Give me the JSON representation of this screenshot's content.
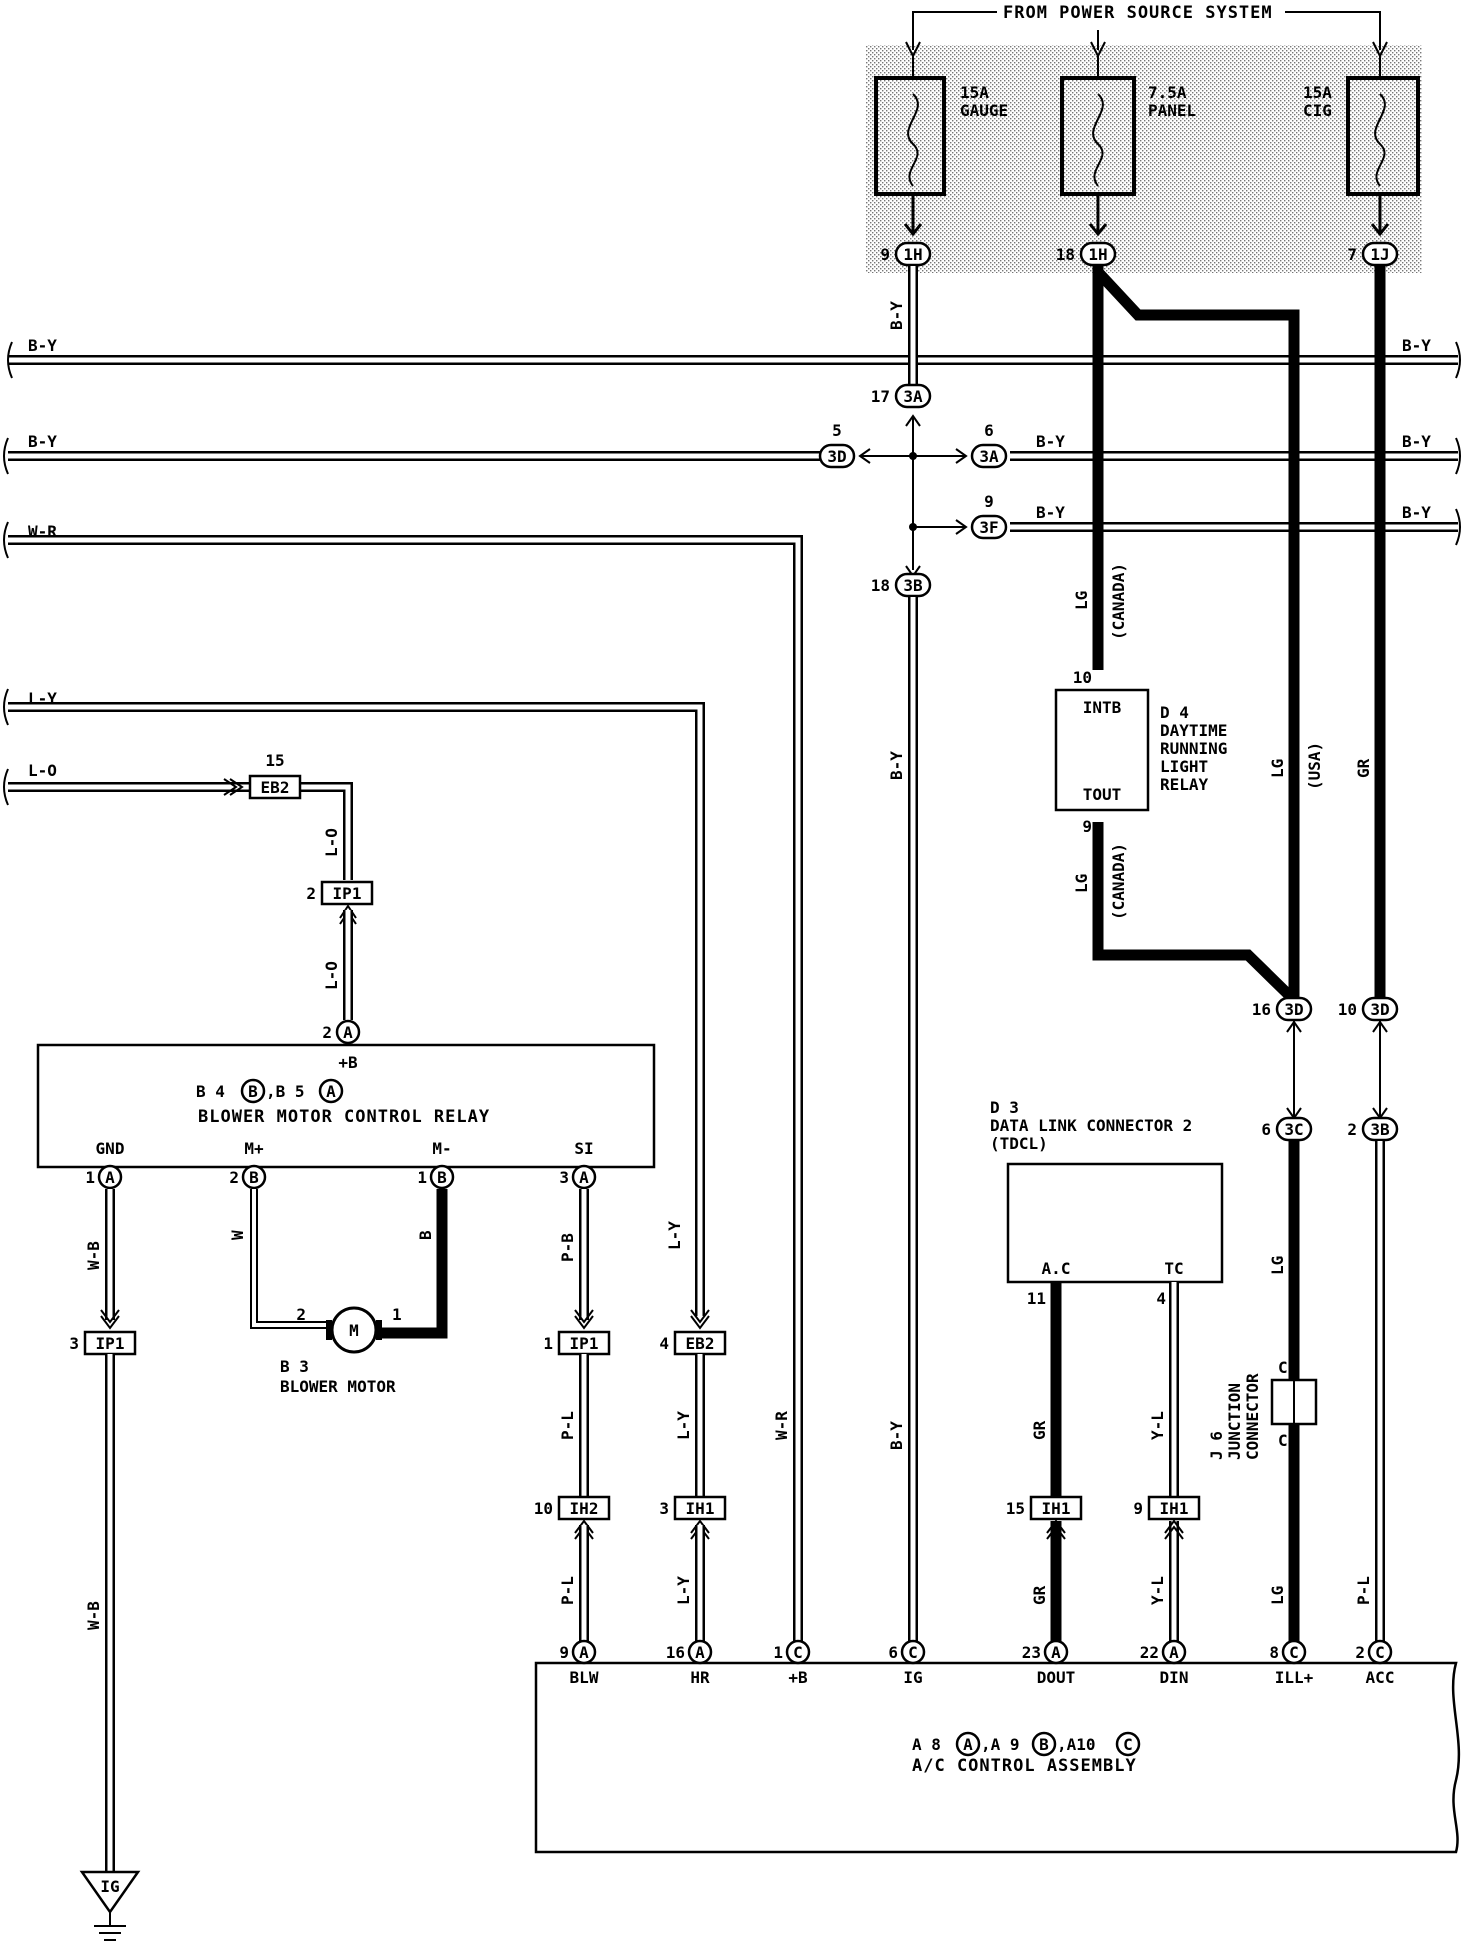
{
  "power_source": {
    "label": "FROM POWER SOURCE SYSTEM"
  },
  "fuses": [
    {
      "id": "gauge",
      "amp": "15A",
      "name": "GAUGE"
    },
    {
      "id": "panel",
      "amp": "7.5A",
      "name": "PANEL"
    },
    {
      "id": "cig",
      "amp": "15A",
      "name": "CIG"
    }
  ],
  "fuse_connectors": [
    {
      "id": "gauge",
      "pin": "9",
      "code": "1H"
    },
    {
      "id": "panel",
      "pin": "18",
      "code": "1H"
    },
    {
      "id": "cig",
      "pin": "7",
      "code": "1J"
    }
  ],
  "wire_colors": {
    "b_y": "B-Y",
    "w_r": "W-R",
    "l_y": "L-Y",
    "l_o": "L-O",
    "w_b": "W-B",
    "w": "W",
    "b": "B",
    "p_b": "P-B",
    "p_l": "P-L",
    "lg": "LG",
    "gr": "GR",
    "y_l": "Y-L"
  },
  "region_notes": {
    "canada": "(CANADA)",
    "usa": "(USA)"
  },
  "junction_pins": {
    "p17_3a": {
      "pin": "17",
      "code": "3A"
    },
    "p5_3d": {
      "pin": "5",
      "code": "3D"
    },
    "p6_3a": {
      "pin": "6",
      "code": "3A"
    },
    "p9_3f": {
      "pin": "9",
      "code": "3F"
    },
    "p18_3b": {
      "pin": "18",
      "code": "3B"
    },
    "p16_3d": {
      "pin": "16",
      "code": "3D"
    },
    "p10_3d": {
      "pin": "10",
      "code": "3D"
    },
    "p6_3c": {
      "pin": "6",
      "code": "3C"
    },
    "p2_3b": {
      "pin": "2",
      "code": "3B"
    }
  },
  "inline_connectors": {
    "eb2_top": {
      "pin": "15",
      "code": "EB2"
    },
    "ip1_top": {
      "pin": "2",
      "code": "IP1"
    },
    "ip1_gnd": {
      "pin": "3",
      "code": "IP1"
    },
    "ip1_si": {
      "pin": "1",
      "code": "IP1"
    },
    "eb2_hr": {
      "pin": "4",
      "code": "EB2"
    },
    "ih2_blw": {
      "pin": "10",
      "code": "IH2"
    },
    "ih1_hr": {
      "pin": "3",
      "code": "IH1"
    },
    "ih1_dout": {
      "pin": "15",
      "code": "IH1"
    },
    "ih1_din": {
      "pin": "9",
      "code": "IH1"
    }
  },
  "relay_d4": {
    "ref": "D 4",
    "name_lines": [
      "DAYTIME",
      "RUNNING",
      "LIGHT",
      "RELAY"
    ],
    "in_pin": "10",
    "in_label": "INTB",
    "out_pin": "9",
    "out_label": "TOUT"
  },
  "blower_relay": {
    "top_pin": "2",
    "top_code": "A",
    "top_label": "+B",
    "ref_prefix_1": "B 4",
    "code_1": "B",
    "ref_prefix_2": ",B 5",
    "code_2": "A",
    "name": "BLOWER MOTOR CONTROL RELAY",
    "terminals": [
      {
        "label": "GND",
        "pin": "1",
        "code": "A"
      },
      {
        "label": "M+",
        "pin": "2",
        "code": "B"
      },
      {
        "label": "M-",
        "pin": "1",
        "code": "B"
      },
      {
        "label": "SI",
        "pin": "3",
        "code": "A"
      }
    ]
  },
  "blower_motor": {
    "ref": "B 3",
    "name": "BLOWER MOTOR",
    "symbol": "M",
    "pin_left": "2",
    "pin_right": "1"
  },
  "dlc": {
    "ref": "D 3",
    "name": "DATA LINK CONNECTOR 2",
    "sub": "(TDCL)",
    "pins": [
      {
        "label": "A.C",
        "pin": "11"
      },
      {
        "label": "TC",
        "pin": "4"
      }
    ]
  },
  "junction_j6": {
    "ref": "J 6",
    "name_lines": [
      "JUNCTION",
      "CONNECTOR"
    ],
    "pin_top": "C",
    "pin_bottom": "C"
  },
  "ac_assembly": {
    "ref_parts": [
      "A 8",
      "A",
      ",A 9",
      "B",
      ",A10",
      "C"
    ],
    "name": "A/C CONTROL ASSEMBLY",
    "terminals": [
      {
        "label": "BLW",
        "pin": "9",
        "code": "A"
      },
      {
        "label": "HR",
        "pin": "16",
        "code": "A"
      },
      {
        "label": "+B",
        "pin": "1",
        "code": "C"
      },
      {
        "label": "IG",
        "pin": "6",
        "code": "C"
      },
      {
        "label": "DOUT",
        "pin": "23",
        "code": "A"
      },
      {
        "label": "DIN",
        "pin": "22",
        "code": "A"
      },
      {
        "label": "ILL+",
        "pin": "8",
        "code": "C"
      },
      {
        "label": "ACC",
        "pin": "2",
        "code": "C"
      }
    ]
  },
  "ground": {
    "label": "IG"
  }
}
